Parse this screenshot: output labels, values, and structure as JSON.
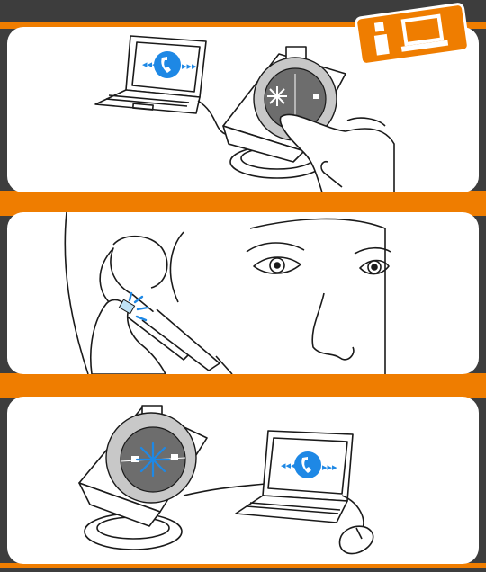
{
  "colors": {
    "background": "#3d3d3d",
    "accent": "#ef7d00",
    "panel": "#ffffff",
    "line": "#1a1a1a",
    "blue": "#1e88e5",
    "light_blue": "#bfe3f7",
    "dial": "#6d6d6d",
    "dial_ring": "#c8c8c8"
  },
  "icons": {
    "badge": "info-laptop-icon",
    "call": "phone-handset-icon",
    "press": "press-burst-icon"
  },
  "steps": [
    {
      "id": "step-1",
      "illustration": "laptop-and-base-station-button-press"
    },
    {
      "id": "step-2",
      "illustration": "headset-button-press-at-ear"
    },
    {
      "id": "step-3",
      "illustration": "base-station-linked-to-laptop-with-mouse"
    }
  ]
}
